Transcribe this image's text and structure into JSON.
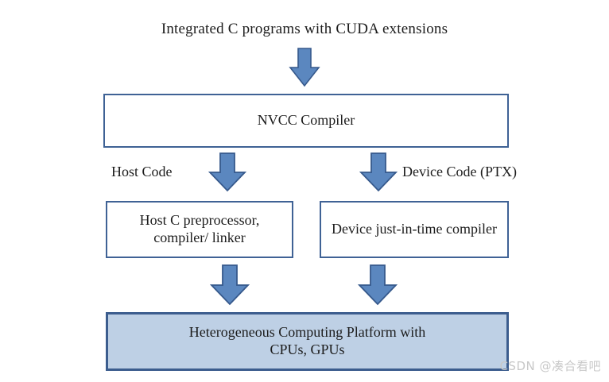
{
  "diagram": {
    "title": "Integrated C programs with CUDA extensions",
    "nodes": {
      "nvcc": {
        "label": "NVCC Compiler"
      },
      "host_compiler": {
        "line1": "Host C preprocessor,",
        "line2": "compiler/ linker"
      },
      "device_compiler": {
        "label": "Device just-in-time compiler"
      },
      "platform": {
        "line1": "Heterogeneous Computing Platform with",
        "line2": "CPUs, GPUs"
      }
    },
    "edge_labels": {
      "host": "Host Code",
      "device": "Device Code (PTX)"
    },
    "arrows": {
      "title_to_nvcc": "down-arrow-icon",
      "nvcc_to_host": "down-arrow-icon",
      "nvcc_to_device": "down-arrow-icon",
      "host_to_platform": "down-arrow-icon",
      "device_to_platform": "down-arrow-icon"
    },
    "colors": {
      "arrow_fill": "#5b87bf",
      "arrow_stroke": "#36598c",
      "box_border": "#3f6295",
      "box_fill": "#ffffff",
      "platform_fill": "#bed0e5",
      "background": "#ffffff",
      "text": "#1c1c1c",
      "watermark": "#c8c8c8"
    }
  },
  "watermark": {
    "text": "CSDN @凑合看吧"
  }
}
